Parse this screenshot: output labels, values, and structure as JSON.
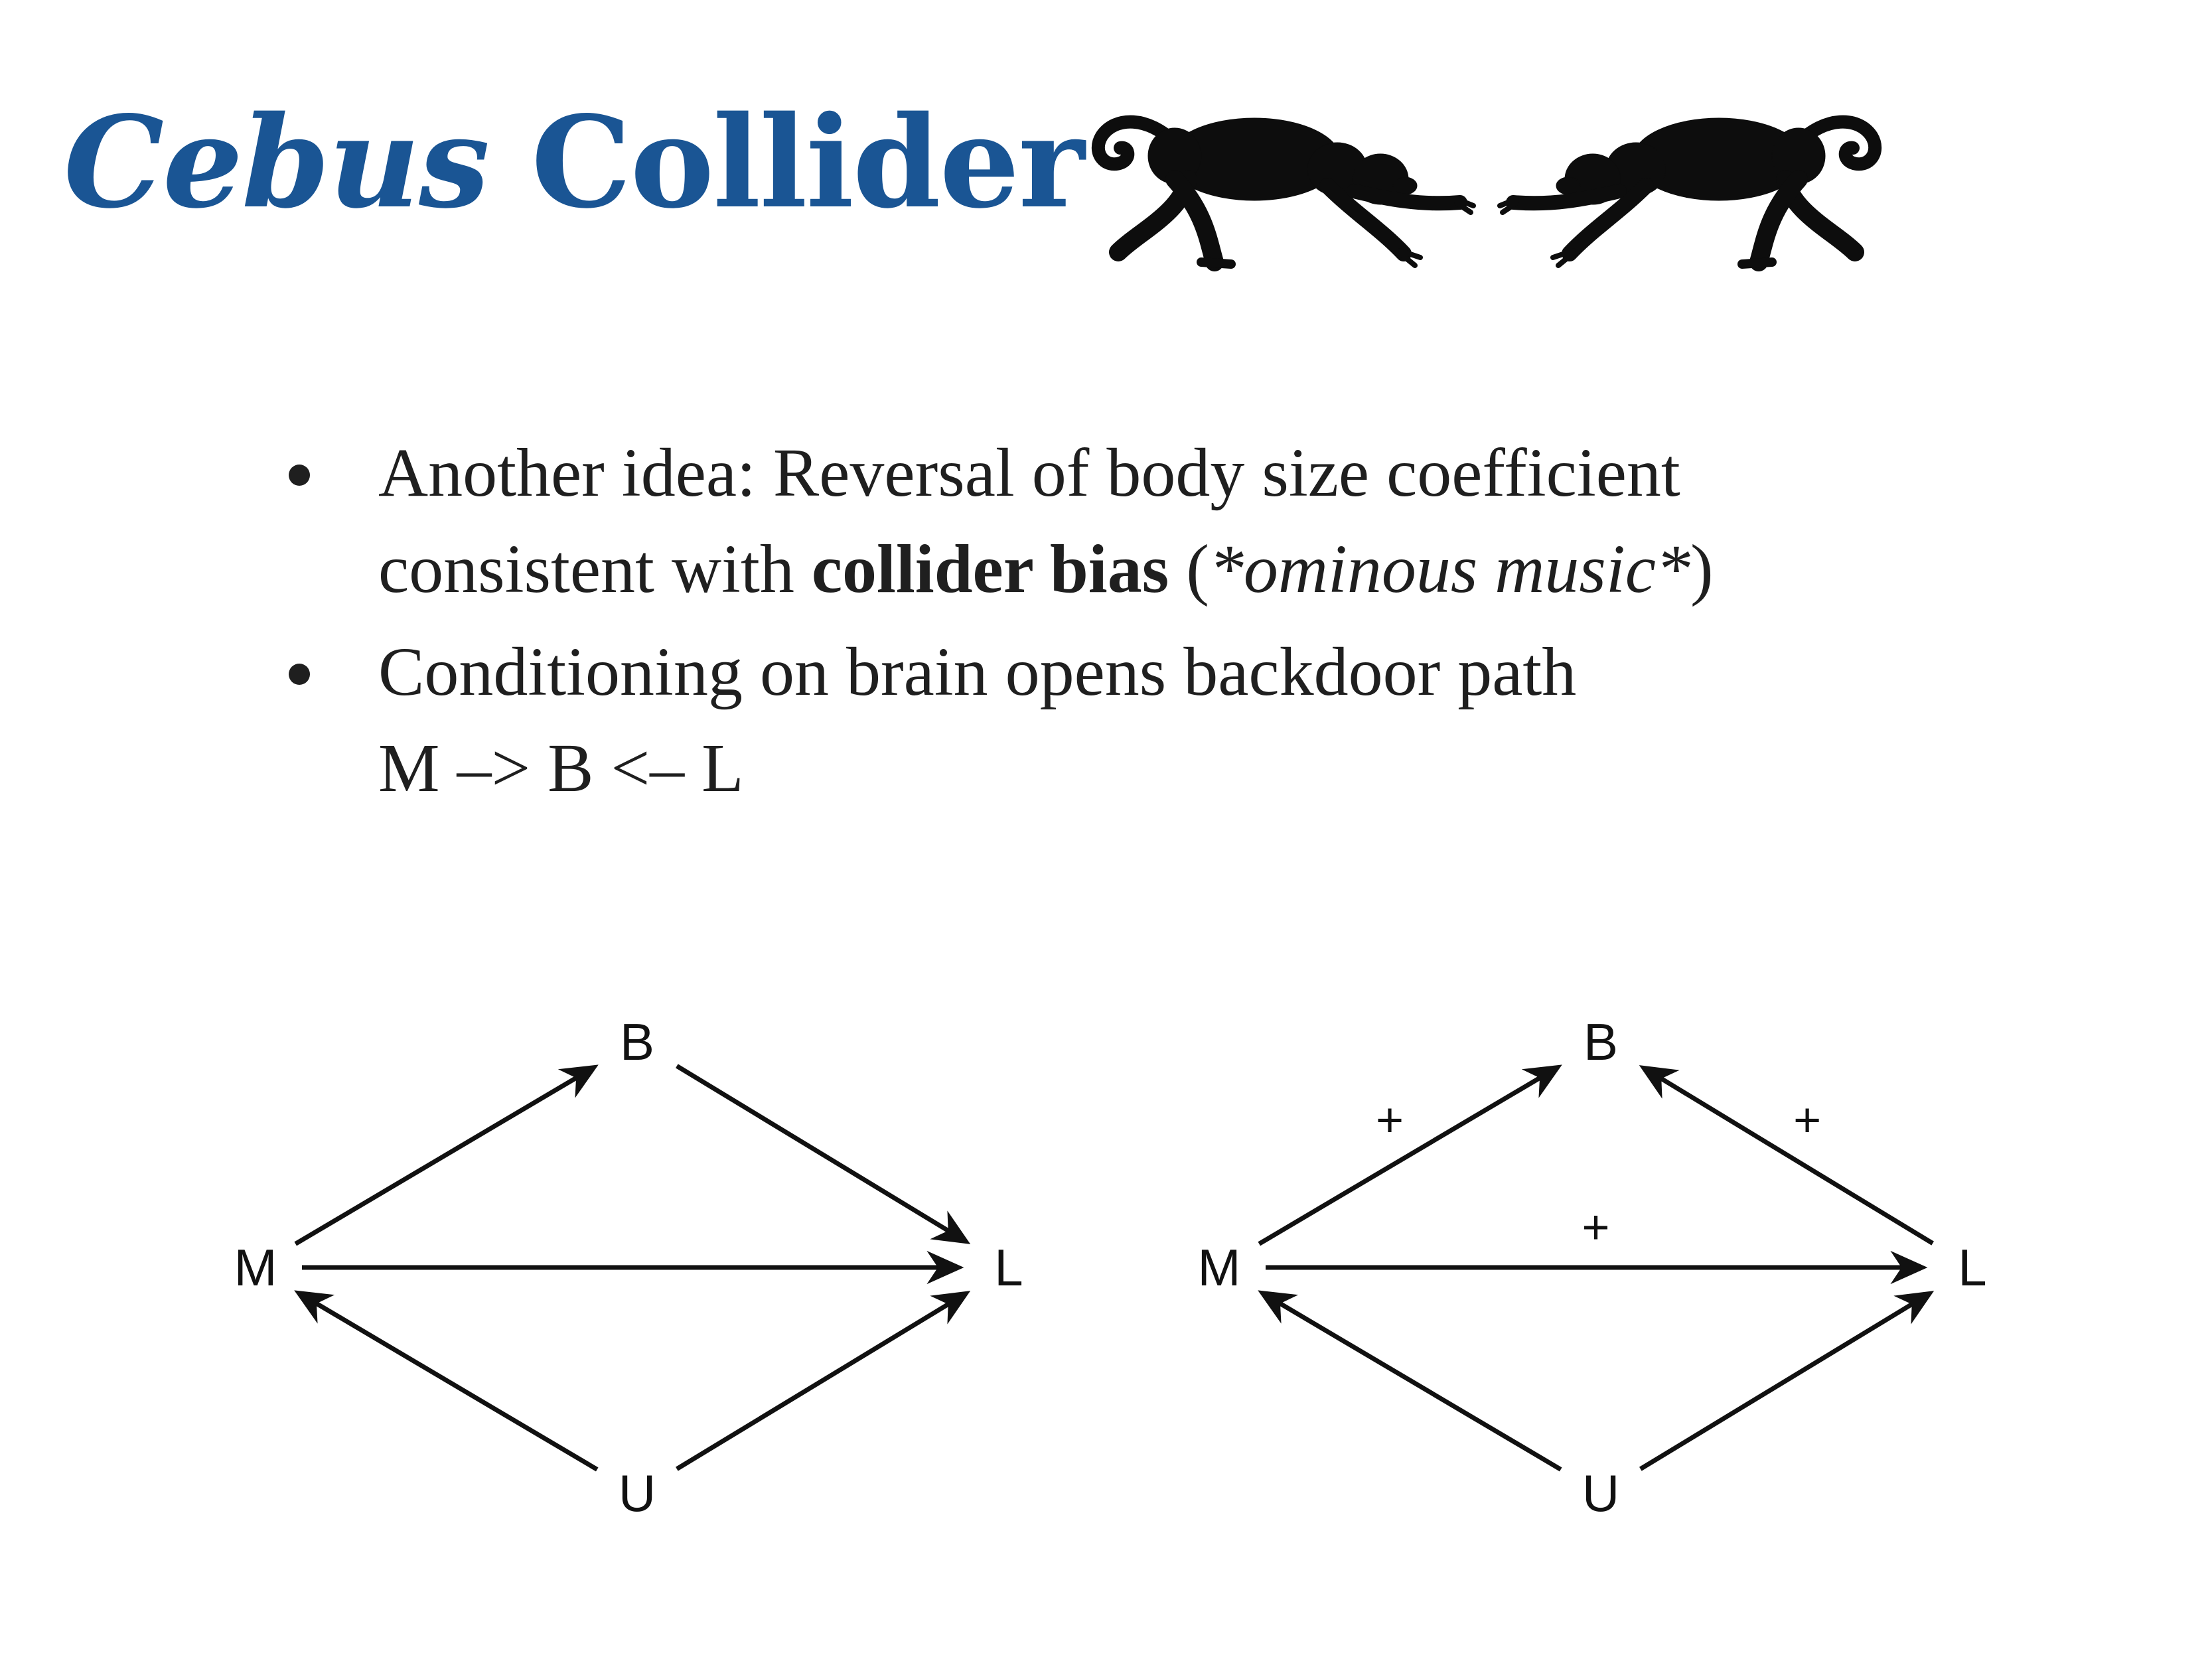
{
  "title": {
    "italic": "Cebus",
    "rest": "Collider"
  },
  "images": {
    "monkeys": "two-monkey-silhouettes"
  },
  "bullets": [
    {
      "line1": "Another idea: Reversal of body size coefficient",
      "line2_pre": "consistent with ",
      "line2_bold": "collider bias",
      "line2_mid": " (",
      "line2_italic": "*ominous music*",
      "line2_post": ")"
    },
    {
      "line1": "Conditioning on brain opens backdoor path",
      "line2": "M –> B <– L"
    }
  ],
  "diagrams": [
    {
      "nodes": {
        "B": "B",
        "M": "M",
        "L": "L",
        "U": "U"
      },
      "edges": [
        {
          "from": "M",
          "to": "B",
          "sign": ""
        },
        {
          "from": "B",
          "to": "L",
          "sign": ""
        },
        {
          "from": "M",
          "to": "L",
          "sign": ""
        },
        {
          "from": "U",
          "to": "M",
          "sign": ""
        },
        {
          "from": "U",
          "to": "L",
          "sign": ""
        }
      ]
    },
    {
      "nodes": {
        "B": "B",
        "M": "M",
        "L": "L",
        "U": "U"
      },
      "edges": [
        {
          "from": "M",
          "to": "B",
          "sign": "+"
        },
        {
          "from": "L",
          "to": "B",
          "sign": "+"
        },
        {
          "from": "M",
          "to": "L",
          "sign": "+"
        },
        {
          "from": "U",
          "to": "M",
          "sign": ""
        },
        {
          "from": "U",
          "to": "L",
          "sign": ""
        }
      ]
    }
  ]
}
